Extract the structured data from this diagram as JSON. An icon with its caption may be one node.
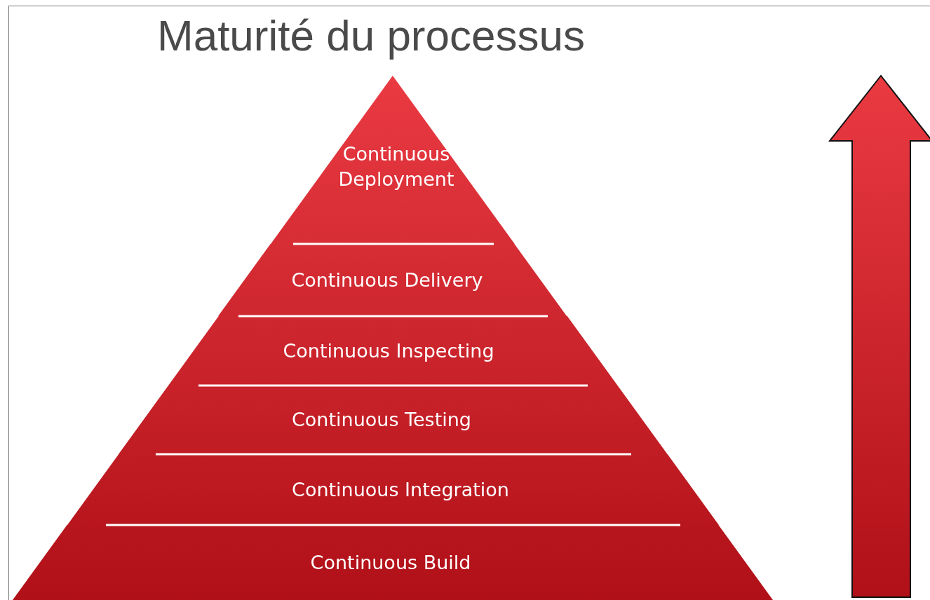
{
  "diagram": {
    "title": "Maturité du processus",
    "nodes": [
      {
        "text": [
          "Continuous Deployment"
        ]
      },
      {
        "text": [
          "Continuous Delivery"
        ]
      },
      {
        "text": [
          "Continuous Inspecting"
        ]
      },
      {
        "text": [
          "Continuous Testing"
        ]
      },
      {
        "text": [
          "Continuous Integration"
        ]
      },
      {
        "text": [
          "Continuous Build"
        ]
      }
    ]
  }
}
